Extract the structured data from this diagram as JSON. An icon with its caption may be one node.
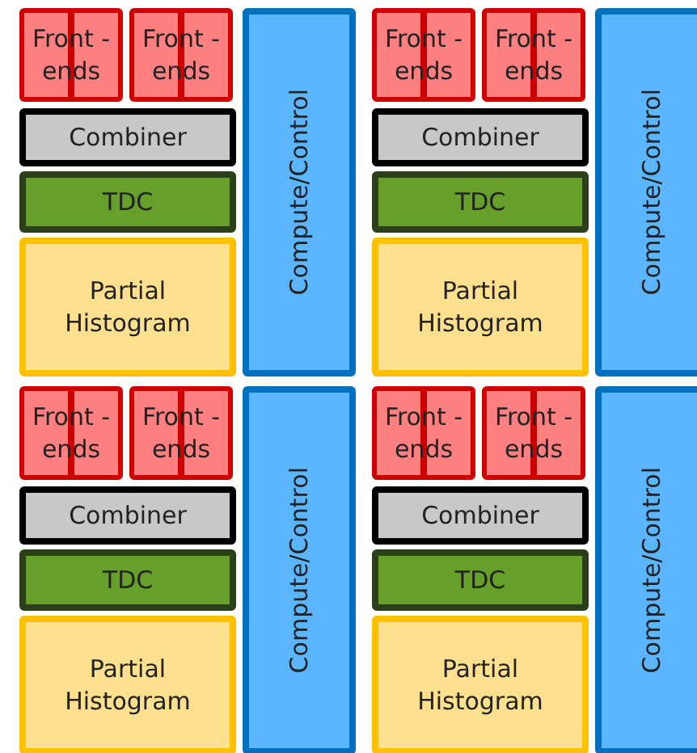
{
  "diagram": {
    "nodes": [
      {
        "text": [
          "Front -ends"
        ]
      },
      {
        "text": [
          "Front -ends"
        ]
      },
      {
        "text": [
          "Combiner"
        ]
      },
      {
        "text": [
          "TDC"
        ]
      },
      {
        "text": [
          "Partial Histogram"
        ]
      },
      {
        "text": [
          "Compute/Control"
        ]
      },
      {
        "text": [
          "Front -ends"
        ]
      },
      {
        "text": [
          "Front -ends"
        ]
      },
      {
        "text": [
          "Combiner"
        ]
      },
      {
        "text": [
          "TDC"
        ]
      },
      {
        "text": [
          "Partial Histogram"
        ]
      },
      {
        "text": [
          "Compute/Control"
        ]
      },
      {
        "text": [
          "Front -ends"
        ]
      },
      {
        "text": [
          "Front -ends"
        ]
      },
      {
        "text": [
          "Combiner"
        ]
      },
      {
        "text": [
          "TDC"
        ]
      },
      {
        "text": [
          "Partial Histogram"
        ]
      },
      {
        "text": [
          "Compute/Control"
        ]
      },
      {
        "text": [
          "Front -ends"
        ]
      },
      {
        "text": [
          "Front -ends"
        ]
      },
      {
        "text": [
          "Combiner"
        ]
      },
      {
        "text": [
          "TDC"
        ]
      },
      {
        "text": [
          "Partial Histogram"
        ]
      },
      {
        "text": [
          "Compute/Control"
        ]
      }
    ]
  }
}
